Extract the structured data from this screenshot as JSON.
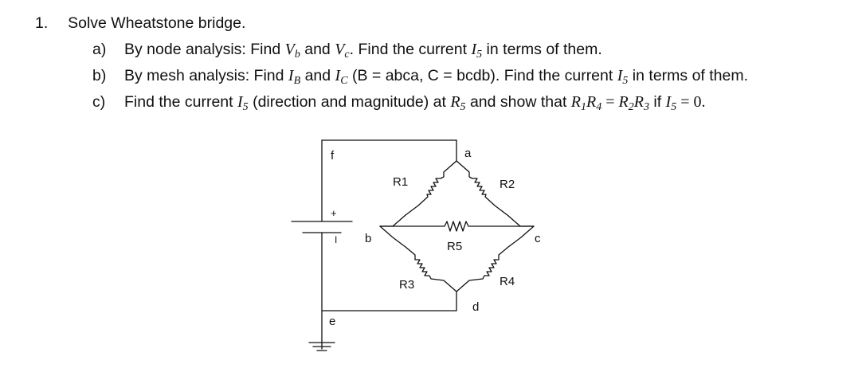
{
  "problem": {
    "number": "1.",
    "title": "Solve Wheatstone bridge.",
    "items": [
      {
        "marker": "a)",
        "t1": "By node analysis: Find ",
        "v1": "V",
        "s1": "b",
        "t2": " and ",
        "v2": "V",
        "s2": "c",
        "t3": ". Find the current ",
        "v3": "I",
        "s3": "5",
        "t4": " in terms of them."
      },
      {
        "marker": "b)",
        "t1": "By mesh analysis: Find ",
        "v1": "I",
        "s1": "B",
        "t2": " and ",
        "v2": "I",
        "s2": "C",
        "t3": " (B = abca, C = bcdb). Find the current ",
        "v3": "I",
        "s3": "5",
        "t4": " in terms of them."
      },
      {
        "marker": "c)",
        "t1": "Find the current ",
        "v1": "I",
        "s1": "5",
        "t2": " (direction and magnitude) at ",
        "v2": "R",
        "s2": "5",
        "t3": " and show that ",
        "e1": "R",
        "e1s": "1",
        "e2": "R",
        "e2s": "4",
        "eq": " = ",
        "e3": "R",
        "e3s": "2",
        "e4": "R",
        "e4s": "3",
        "t4": " if ",
        "e5": "I",
        "e5s": "5",
        "eq2": " = 0."
      }
    ]
  },
  "circuit": {
    "nodes": {
      "a": "a",
      "b": "b",
      "c": "c",
      "d": "d",
      "e": "e",
      "f": "f"
    },
    "resistors": {
      "r1": "R1",
      "r2": "R2",
      "r3": "R3",
      "r4": "R4",
      "r5": "R5"
    },
    "battery": {
      "plus": "+",
      "minus": "I"
    }
  }
}
